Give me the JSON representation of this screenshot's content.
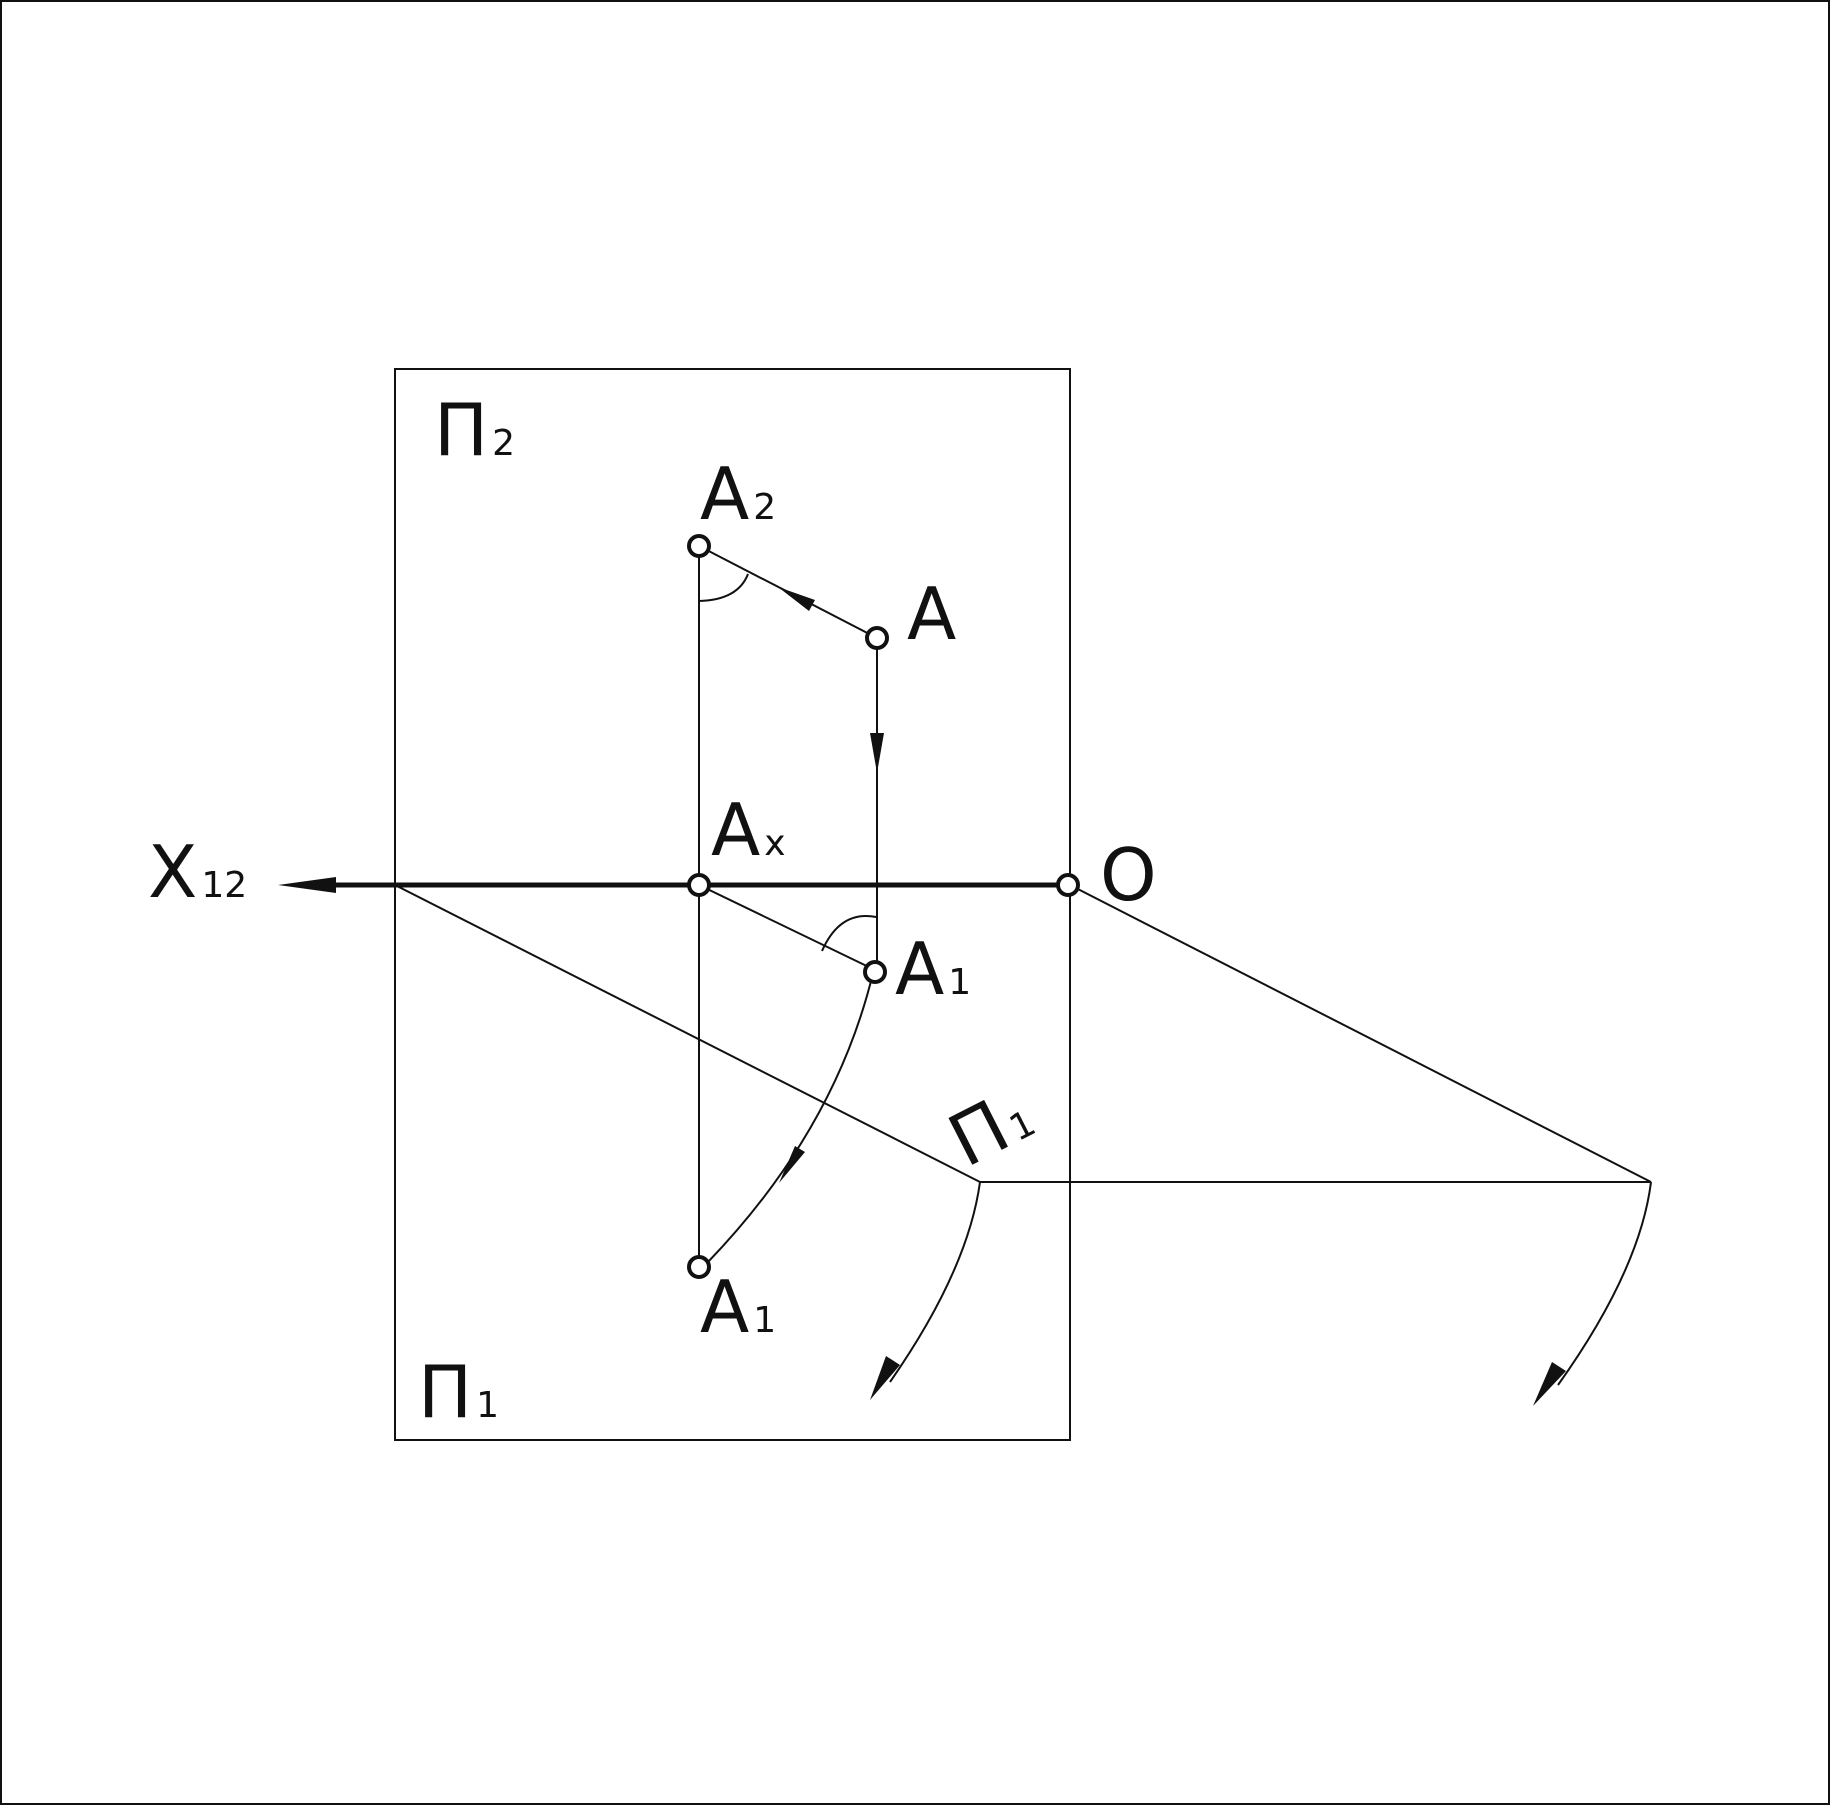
{
  "labels": {
    "plane_front": {
      "main": "П",
      "sub": "2"
    },
    "plane_horizontal": {
      "main": "П",
      "sub": "1"
    },
    "plane_horizontal_rotated": {
      "main": "П",
      "sub": "1"
    },
    "point_a2": {
      "main": "A",
      "sub": "2"
    },
    "point_a": {
      "main": "A",
      "sub": ""
    },
    "point_ax": {
      "main": "A",
      "sub": "x"
    },
    "point_a1_upper": {
      "main": "A",
      "sub": "1"
    },
    "point_a1_lower": {
      "main": "A",
      "sub": "1"
    },
    "axis_x12": {
      "main": "X",
      "sub": "12"
    },
    "origin": {
      "main": "O",
      "sub": ""
    }
  },
  "colors": {
    "ink": "#111111",
    "background": "#ffffff"
  }
}
